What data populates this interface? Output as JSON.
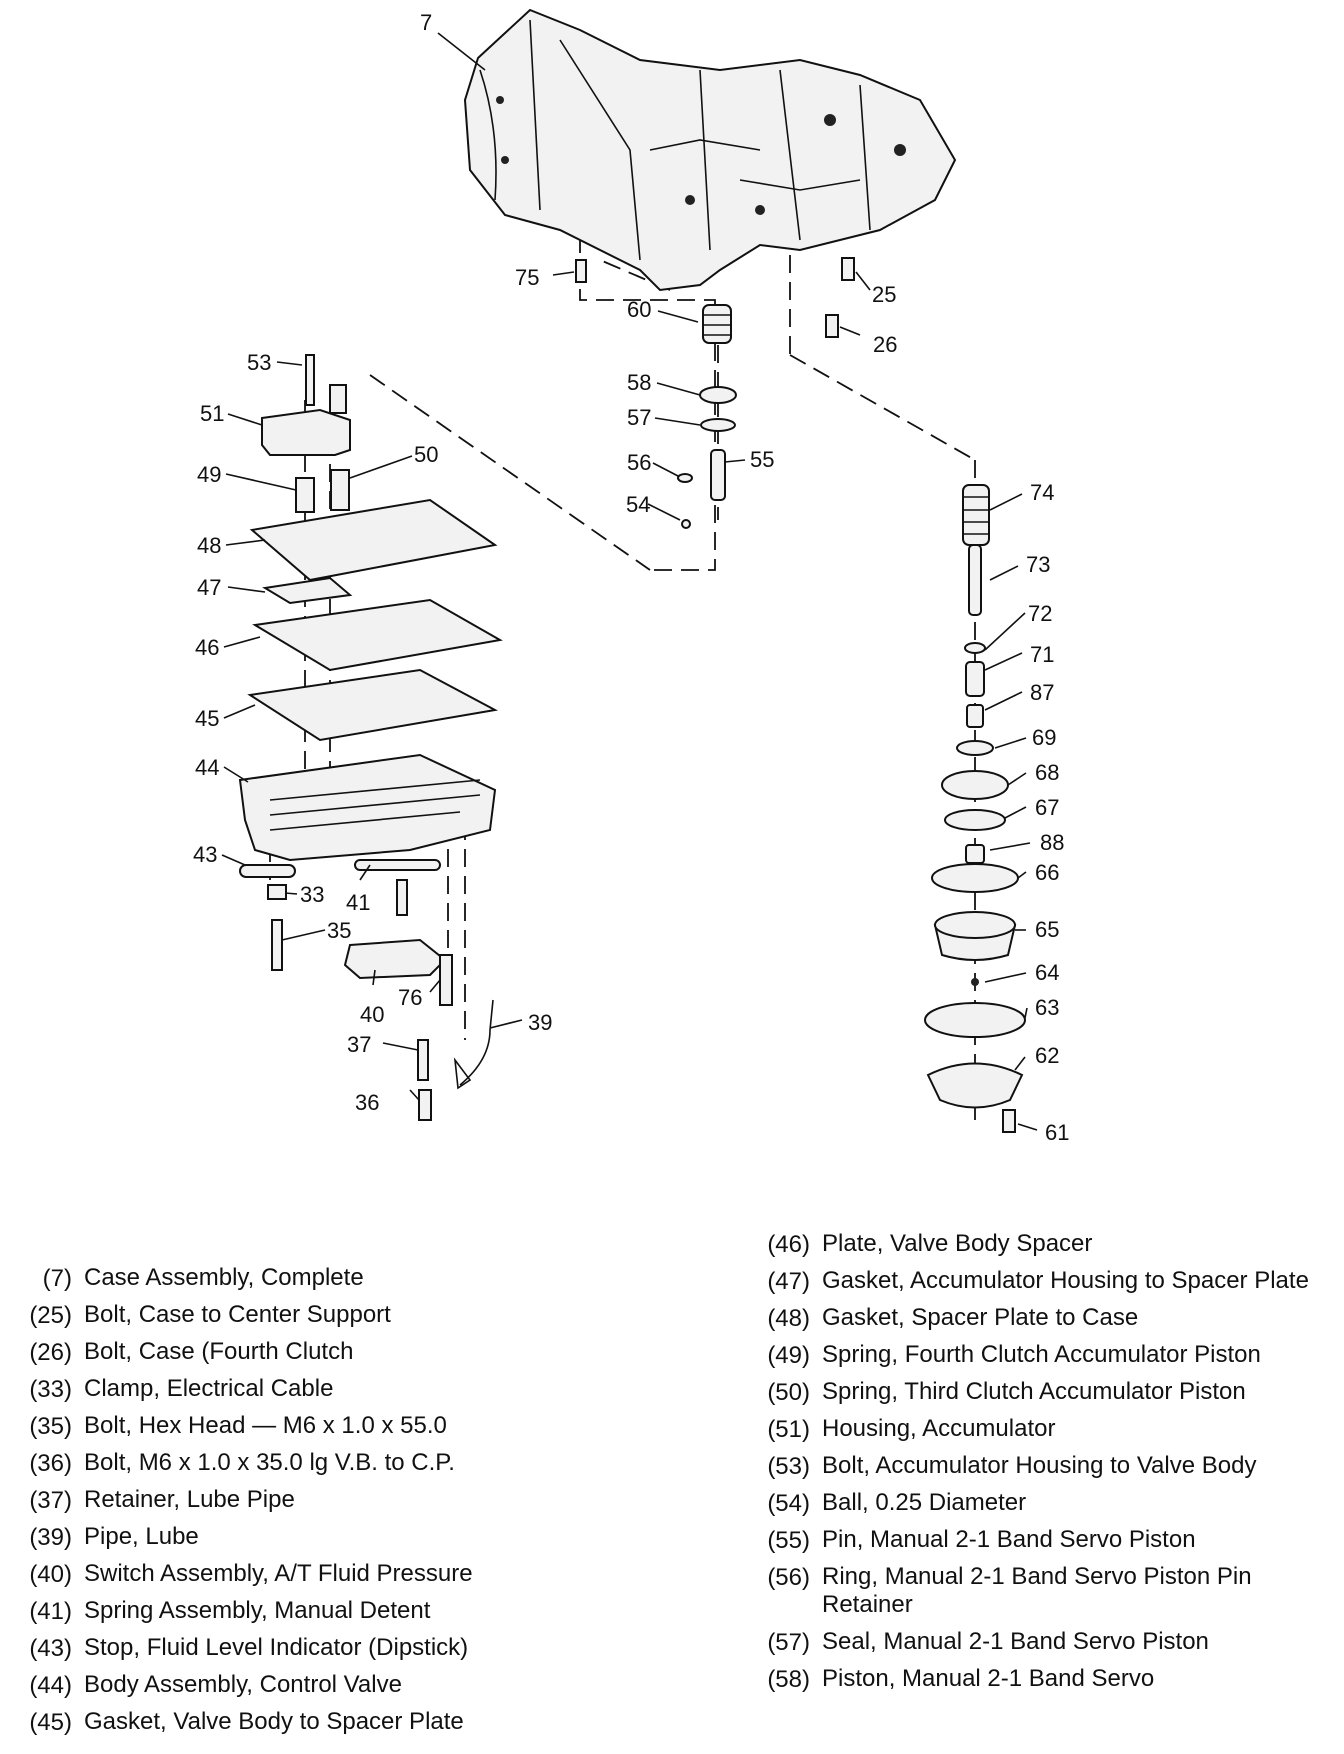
{
  "callouts": {
    "c7": "7",
    "c75": "75",
    "c25": "25",
    "c26": "26",
    "c60": "60",
    "c58": "58",
    "c57": "57",
    "c56": "56",
    "c55": "55",
    "c54": "54",
    "c53": "53",
    "c51": "51",
    "c49": "49",
    "c50": "50",
    "c48": "48",
    "c47": "47",
    "c46": "46",
    "c45": "45",
    "c44": "44",
    "c43": "43",
    "c33": "33",
    "c41": "41",
    "c35": "35",
    "c40": "40",
    "c76": "76",
    "c39": "39",
    "c37": "37",
    "c36": "36",
    "c74": "74",
    "c73": "73",
    "c72": "72",
    "c71": "71",
    "c87": "87",
    "c69": "69",
    "c68": "68",
    "c67": "67",
    "c88": "88",
    "c66": "66",
    "c65": "65",
    "c64": "64",
    "c63": "63",
    "c62": "62",
    "c61": "61"
  },
  "legend_left": [
    {
      "num": "(7)",
      "desc": "Case Assembly, Complete"
    },
    {
      "num": "(25)",
      "desc": "Bolt, Case to Center Support"
    },
    {
      "num": "(26)",
      "desc": "Bolt, Case (Fourth Clutch"
    },
    {
      "num": "(33)",
      "desc": "Clamp, Electrical Cable"
    },
    {
      "num": "(35)",
      "desc": "Bolt, Hex Head — M6 x 1.0 x 55.0"
    },
    {
      "num": "(36)",
      "desc": "Bolt, M6 x 1.0 x 35.0 lg V.B. to C.P."
    },
    {
      "num": "(37)",
      "desc": "Retainer, Lube Pipe"
    },
    {
      "num": "(39)",
      "desc": "Pipe, Lube"
    },
    {
      "num": "(40)",
      "desc": "Switch Assembly, A/T Fluid Pressure"
    },
    {
      "num": "(41)",
      "desc": "Spring Assembly, Manual Detent"
    },
    {
      "num": "(43)",
      "desc": "Stop, Fluid Level Indicator (Dipstick)"
    },
    {
      "num": "(44)",
      "desc": "Body Assembly, Control Valve"
    },
    {
      "num": "(45)",
      "desc": "Gasket, Valve Body to Spacer Plate"
    }
  ],
  "legend_right": [
    {
      "num": "(46)",
      "desc": "Plate, Valve Body Spacer"
    },
    {
      "num": "(47)",
      "desc": "Gasket, Accumulator Housing to Spacer Plate"
    },
    {
      "num": "(48)",
      "desc": "Gasket, Spacer Plate to Case"
    },
    {
      "num": "(49)",
      "desc": "Spring, Fourth Clutch Accumulator Piston"
    },
    {
      "num": "(50)",
      "desc": "Spring, Third Clutch Accumulator Piston"
    },
    {
      "num": "(51)",
      "desc": "Housing, Accumulator"
    },
    {
      "num": "(53)",
      "desc": "Bolt, Accumulator Housing to Valve Body"
    },
    {
      "num": "(54)",
      "desc": "Ball, 0.25 Diameter"
    },
    {
      "num": "(55)",
      "desc": "Pin, Manual 2-1 Band Servo Piston"
    },
    {
      "num": "(56)",
      "desc": "Ring, Manual 2-1 Band Servo Piston Pin Retainer"
    },
    {
      "num": "(57)",
      "desc": "Seal, Manual 2-1 Band Servo Piston"
    },
    {
      "num": "(58)",
      "desc": "Piston, Manual 2-1 Band Servo"
    }
  ]
}
